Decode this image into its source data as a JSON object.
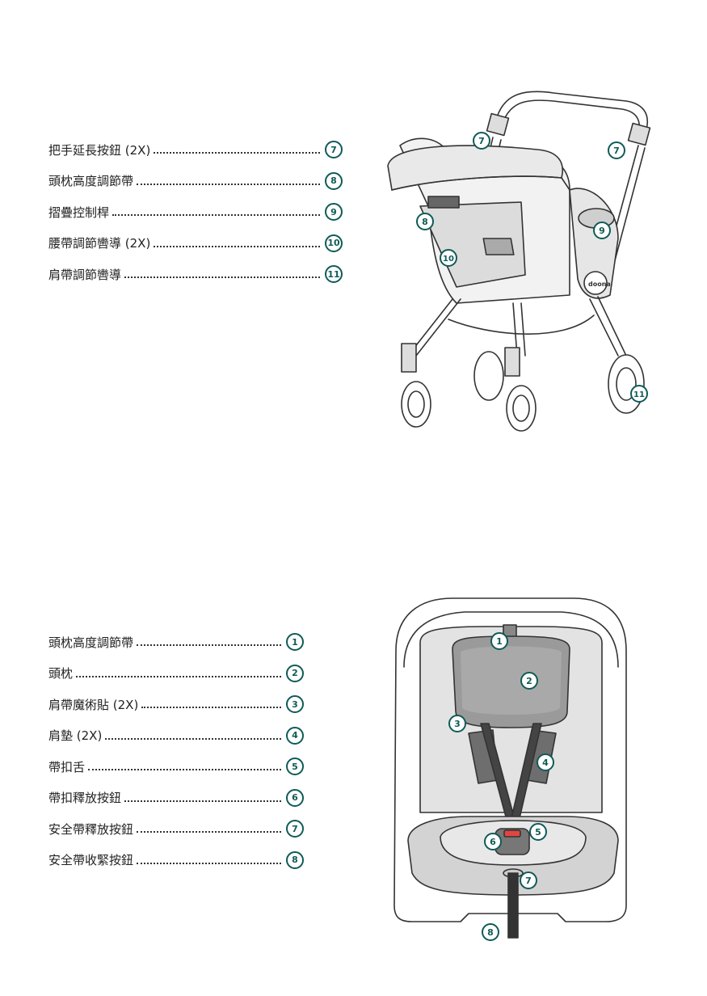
{
  "stroller_legend": [
    {
      "label": "把手延長按鈕 (2X)",
      "num": "7"
    },
    {
      "label": "頭枕高度調節帶",
      "num": "8"
    },
    {
      "label": "摺疊控制桿",
      "num": "9"
    },
    {
      "label": "腰帶調節轡導 (2X)",
      "num": "10"
    },
    {
      "label": "肩帶調節轡導",
      "num": "11"
    }
  ],
  "seat_legend": [
    {
      "label": "頭枕高度調節帶",
      "num": "1"
    },
    {
      "label": "頭枕",
      "num": "2"
    },
    {
      "label": "肩帶魔術貼 (2X)",
      "num": "3"
    },
    {
      "label": "肩墊 (2X)",
      "num": "4"
    },
    {
      "label": "帶扣舌",
      "num": "5"
    },
    {
      "label": "帶扣釋放按鈕",
      "num": "6"
    },
    {
      "label": "安全帶釋放按鈕",
      "num": "7"
    },
    {
      "label": "安全帶收緊按鈕",
      "num": "8"
    }
  ],
  "stroller_callouts": [
    "7",
    "7",
    "8",
    "9",
    "10",
    "11"
  ],
  "seat_callouts": [
    "1",
    "2",
    "3",
    "4",
    "5",
    "6",
    "7",
    "8"
  ],
  "brand_mark": "doona",
  "colors": {
    "badge": "#0f5b57",
    "buckle_red": "#e0463f"
  }
}
